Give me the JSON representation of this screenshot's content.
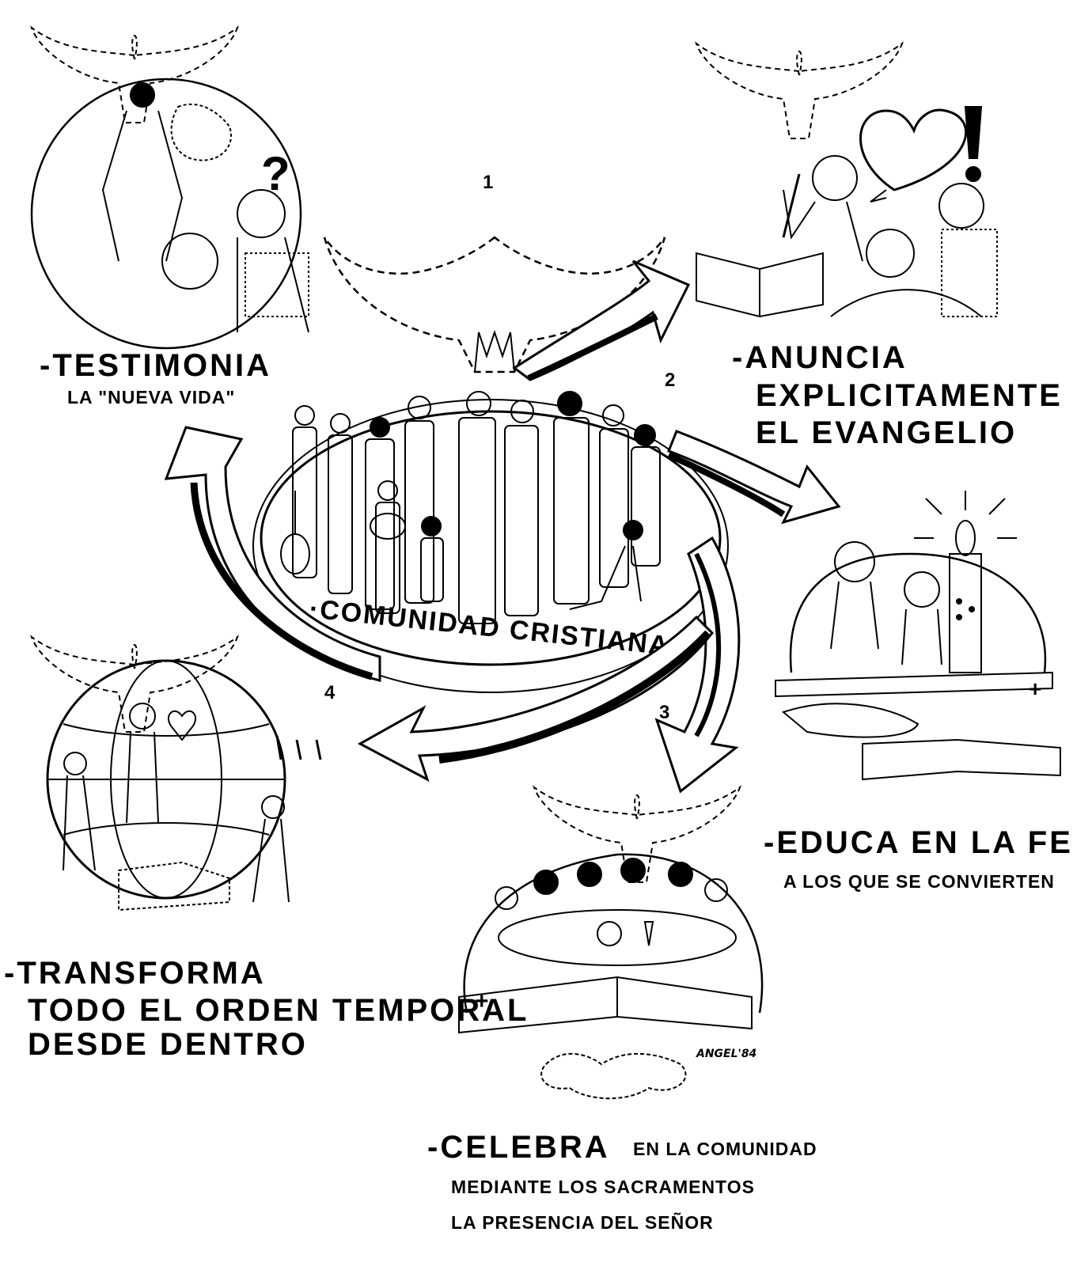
{
  "center": {
    "label": "·COMUNIDAD CRISTIANA"
  },
  "steps": [
    {
      "number": "1"
    },
    {
      "number": "2"
    },
    {
      "number": "3"
    },
    {
      "number": "4"
    }
  ],
  "actions": {
    "testimonia": {
      "title": "-TESTIMONIA",
      "sub": "LA \"NUEVA VIDA\""
    },
    "anuncia": {
      "title": "-ANUNCIA",
      "line2": "EXPLICITAMENTE",
      "line3": "EL EVANGELIO"
    },
    "educa": {
      "title": "-EDUCA   EN LA FE",
      "sub": "A LOS QUE SE CONVIERTEN"
    },
    "celebra": {
      "title": "-CELEBRA",
      "inline": "EN LA COMUNIDAD",
      "line2": "MEDIANTE LOS SACRAMENTOS",
      "line3": "LA PRESENCIA DEL SEÑOR"
    },
    "transforma": {
      "title": "-TRANSFORMA",
      "line2": "TODO EL ORDEN TEMPORAL",
      "line3": "DESDE DENTRO"
    }
  },
  "signature": "ANGEL'84",
  "icons": [
    "dove-icon",
    "heart-icon",
    "question-mark-icon",
    "exclamation-icon",
    "candle-icon",
    "globe-icon",
    "cross-icon",
    "book-icon"
  ],
  "colors": {
    "ink": "#000000",
    "paper": "#ffffff"
  }
}
